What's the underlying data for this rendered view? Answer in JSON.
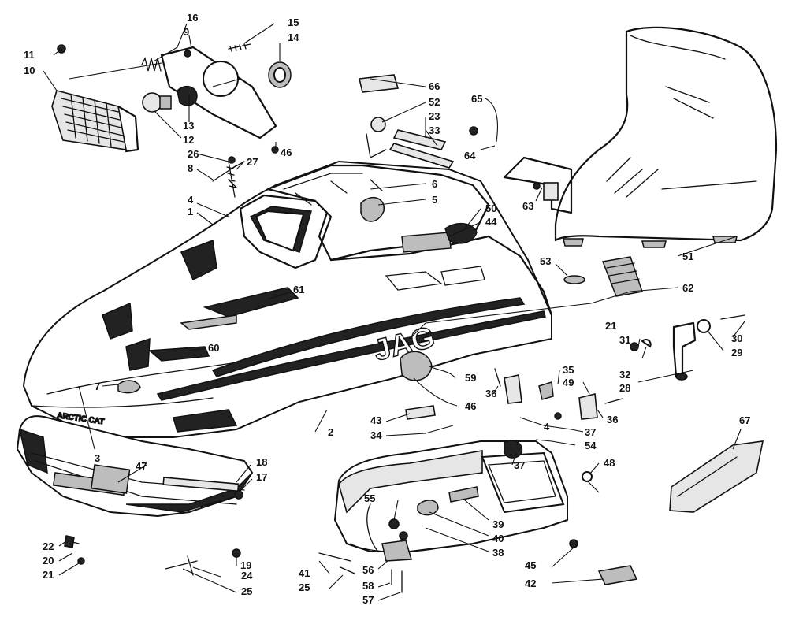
{
  "callouts": [
    {
      "id": "c1",
      "label": "1"
    },
    {
      "id": "c2",
      "label": "2"
    },
    {
      "id": "c3",
      "label": "3"
    },
    {
      "id": "c4a",
      "label": "4"
    },
    {
      "id": "c4b",
      "label": "4"
    },
    {
      "id": "c5",
      "label": "5"
    },
    {
      "id": "c6",
      "label": "6"
    },
    {
      "id": "c7",
      "label": "7"
    },
    {
      "id": "c8",
      "label": "8"
    },
    {
      "id": "c9",
      "label": "9"
    },
    {
      "id": "c10",
      "label": "10"
    },
    {
      "id": "c11",
      "label": "11"
    },
    {
      "id": "c12",
      "label": "12"
    },
    {
      "id": "c13",
      "label": "13"
    },
    {
      "id": "c14",
      "label": "14"
    },
    {
      "id": "c15",
      "label": "15"
    },
    {
      "id": "c16",
      "label": "16"
    },
    {
      "id": "c17",
      "label": "17"
    },
    {
      "id": "c18",
      "label": "18"
    },
    {
      "id": "c19",
      "label": "19"
    },
    {
      "id": "c20",
      "label": "20"
    },
    {
      "id": "c21a",
      "label": "21"
    },
    {
      "id": "c21b",
      "label": "21"
    },
    {
      "id": "c22",
      "label": "22"
    },
    {
      "id": "c23",
      "label": "23"
    },
    {
      "id": "c24",
      "label": "24"
    },
    {
      "id": "c25a",
      "label": "25"
    },
    {
      "id": "c25b",
      "label": "25"
    },
    {
      "id": "c26",
      "label": "26"
    },
    {
      "id": "c27",
      "label": "27"
    },
    {
      "id": "c28",
      "label": "28"
    },
    {
      "id": "c29",
      "label": "29"
    },
    {
      "id": "c30",
      "label": "30"
    },
    {
      "id": "c31",
      "label": "31"
    },
    {
      "id": "c32",
      "label": "32"
    },
    {
      "id": "c33",
      "label": "33"
    },
    {
      "id": "c34",
      "label": "34"
    },
    {
      "id": "c35",
      "label": "35"
    },
    {
      "id": "c36a",
      "label": "36"
    },
    {
      "id": "c36b",
      "label": "36"
    },
    {
      "id": "c37a",
      "label": "37"
    },
    {
      "id": "c37b",
      "label": "37"
    },
    {
      "id": "c38",
      "label": "38"
    },
    {
      "id": "c39",
      "label": "39"
    },
    {
      "id": "c40",
      "label": "40"
    },
    {
      "id": "c41",
      "label": "41"
    },
    {
      "id": "c42",
      "label": "42"
    },
    {
      "id": "c43",
      "label": "43"
    },
    {
      "id": "c44",
      "label": "44"
    },
    {
      "id": "c45",
      "label": "45"
    },
    {
      "id": "c46a",
      "label": "46"
    },
    {
      "id": "c46b",
      "label": "46"
    },
    {
      "id": "c47",
      "label": "47"
    },
    {
      "id": "c48",
      "label": "48"
    },
    {
      "id": "c49",
      "label": "49"
    },
    {
      "id": "c50",
      "label": "50"
    },
    {
      "id": "c51",
      "label": "51"
    },
    {
      "id": "c52",
      "label": "52"
    },
    {
      "id": "c53",
      "label": "53"
    },
    {
      "id": "c54",
      "label": "54"
    },
    {
      "id": "c55",
      "label": "55"
    },
    {
      "id": "c56",
      "label": "56"
    },
    {
      "id": "c57",
      "label": "57"
    },
    {
      "id": "c58",
      "label": "58"
    },
    {
      "id": "c59",
      "label": "59"
    },
    {
      "id": "c60",
      "label": "60"
    },
    {
      "id": "c61",
      "label": "61"
    },
    {
      "id": "c62",
      "label": "62"
    },
    {
      "id": "c63",
      "label": "63"
    },
    {
      "id": "c64",
      "label": "64"
    },
    {
      "id": "c65",
      "label": "65"
    },
    {
      "id": "c66",
      "label": "66"
    },
    {
      "id": "c67",
      "label": "67"
    }
  ],
  "decals": {
    "model_logo": "JAG",
    "brand_strip": "ARCTIC CAT"
  },
  "colors": {
    "ink": "#111111",
    "paper": "#ffffff",
    "shade": "#bdbdbd"
  }
}
